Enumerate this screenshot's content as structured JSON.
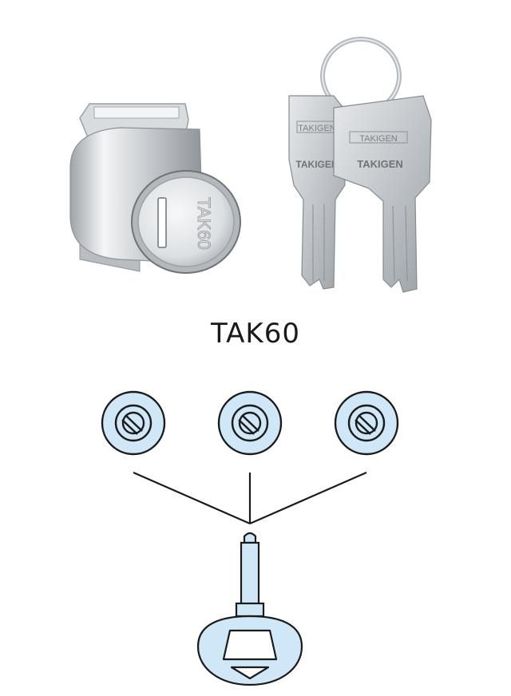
{
  "product": {
    "model": "TAK60",
    "lock_face_engraving": "TAK60",
    "key_brand_upper": "TAKIGEN",
    "key_brand_lower": "TAKIGEN"
  },
  "diagram": {
    "cylinder_count": 3,
    "key_count": 1,
    "relationship": "one key opens all locks"
  },
  "colors": {
    "circle_fill": "#cfe7f6",
    "stroke": "#1b1b1b",
    "key_fill": "#cfe7f6",
    "metal_light": "#eef0f2",
    "metal_mid": "#c9ccd0",
    "metal_dark": "#8f9499"
  }
}
